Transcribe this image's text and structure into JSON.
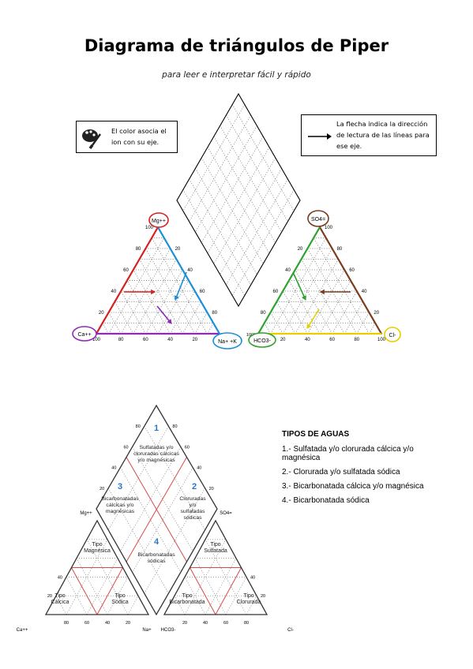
{
  "title": "Diagrama de triángulos de Piper",
  "subtitle": "para leer e interpretar fácil y rápido",
  "note_color": {
    "text": "El color asocia el ion con su eje.",
    "icon": "palette-icon"
  },
  "note_arrow": {
    "text": "La flecha indica la dirección de lectura de las líneas para ese eje.",
    "icon": "arrow-right-icon"
  },
  "top_diagram": {
    "ion_labels": {
      "mg": "Mg++",
      "ca": "Ca++",
      "na": "Na+ +K",
      "so4": "SO4=",
      "hco3": "HCO3-",
      "cl": "Cl-"
    },
    "left_side_ticks": [
      "100",
      "80",
      "60",
      "40",
      "20"
    ],
    "left_inner_ticks": [
      "20",
      "40",
      "60",
      "80"
    ],
    "left_base_ticks": [
      "100",
      "80",
      "60",
      "40",
      "20"
    ],
    "left_corner_label": "100%",
    "right_side_ticks": [
      "100",
      "80",
      "60",
      "40",
      "20"
    ],
    "right_inner_ticks": [
      "20",
      "40",
      "60",
      "80"
    ],
    "right_base_ticks": [
      "20",
      "40",
      "60",
      "80",
      "100"
    ],
    "right_corner_label": "100%",
    "colors": {
      "mg": "#d62020",
      "ca": "#8e2ab6",
      "na": "#1a8fd8",
      "so4": "#7a3b1e",
      "hco3": "#2fa12f",
      "cl": "#e6cf00"
    }
  },
  "bottom_diagram": {
    "regions": [
      {
        "number": "1",
        "label": "Sulfatadas y/o cloruradas cálcicas y/o magnésicas"
      },
      {
        "number": "2",
        "label": "Cloruradas y/o sulfatadas sódicas"
      },
      {
        "number": "3",
        "label": "Bicarbonatadas cálcicas y/o magnésicas"
      },
      {
        "number": "4",
        "label": "Bicarbonatadas sódicas"
      }
    ],
    "left_labels": {
      "top": "Tipo Magnésica",
      "bl": "Tipo Cálcica",
      "br": "Tipo Sódica"
    },
    "right_labels": {
      "top": "Tipo Sulfatada",
      "bl": "Tipo Bicarbonatada",
      "br": "Tipo Clorurada"
    },
    "ion_labels": {
      "mg": "Mg++",
      "ca": "Ca++",
      "na": "Na+",
      "so4": "SO4=",
      "hco3": "HCO3-",
      "cl": "Cl-"
    },
    "left_base_ticks": [
      "80",
      "60",
      "40",
      "20"
    ],
    "right_base_ticks": [
      "20",
      "40",
      "60",
      "80"
    ],
    "left_side_ticks": [
      "20",
      "40"
    ],
    "right_side_ticks": [
      "20",
      "40"
    ],
    "diamond_left_ticks": [
      "80",
      "60",
      "40",
      "20"
    ],
    "diamond_right_ticks": [
      "80",
      "60",
      "40",
      "20"
    ]
  },
  "water_types": {
    "heading": "TIPOS DE AGUAS",
    "items": [
      "1.- Sulfatada y/o clorurada cálcica y/o magnésica",
      "2.- Clorurada y/o sulfatada sódica",
      "3.- Bicarbonatada cálcica y/o magnésica",
      "4.- Bicarbonatada sódica"
    ]
  }
}
